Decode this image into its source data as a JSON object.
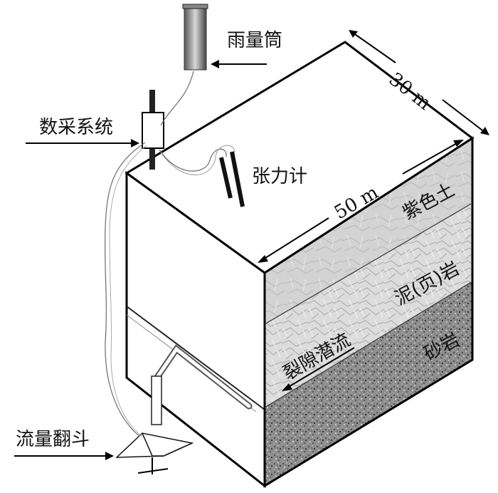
{
  "labels": {
    "rain_gauge": "雨量筒",
    "data_system": "数采系统",
    "tensiometer": "张力计",
    "flow_tipping_bucket": "流量翻斗",
    "subsurface_flow": "裂隙潜流"
  },
  "layers": [
    {
      "name": "紫色土",
      "color": "#cfcfcf"
    },
    {
      "name": "泥(页)岩",
      "color": "#d8d8d8"
    },
    {
      "name": "砂岩",
      "color": "#8a8a8a"
    }
  ],
  "dimensions": {
    "width": "30 m",
    "length": "50 m"
  }
}
